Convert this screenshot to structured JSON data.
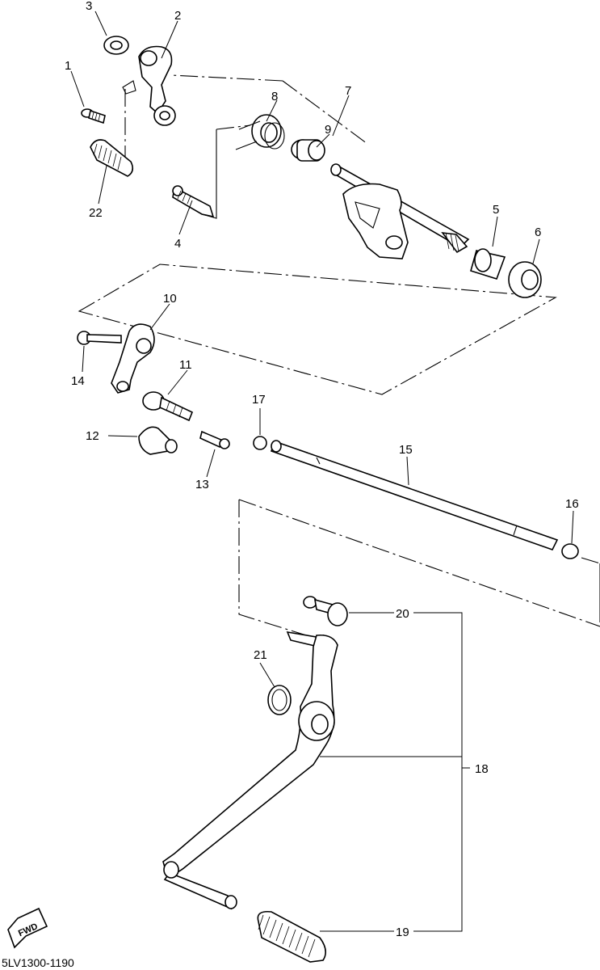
{
  "diagram": {
    "code": "5LV1300-1190",
    "fwd_badge": "FWD",
    "labels": {
      "l1": "1",
      "l2": "2",
      "l3": "3",
      "l4": "4",
      "l5": "5",
      "l6": "6",
      "l7": "7",
      "l8": "8",
      "l9": "9",
      "l10": "10",
      "l11": "11",
      "l12": "12",
      "l13": "13",
      "l14": "14",
      "l15": "15",
      "l16": "16",
      "l17": "17",
      "l18": "18",
      "l19": "19",
      "l20": "20",
      "l21": "21",
      "l22": "22"
    }
  }
}
